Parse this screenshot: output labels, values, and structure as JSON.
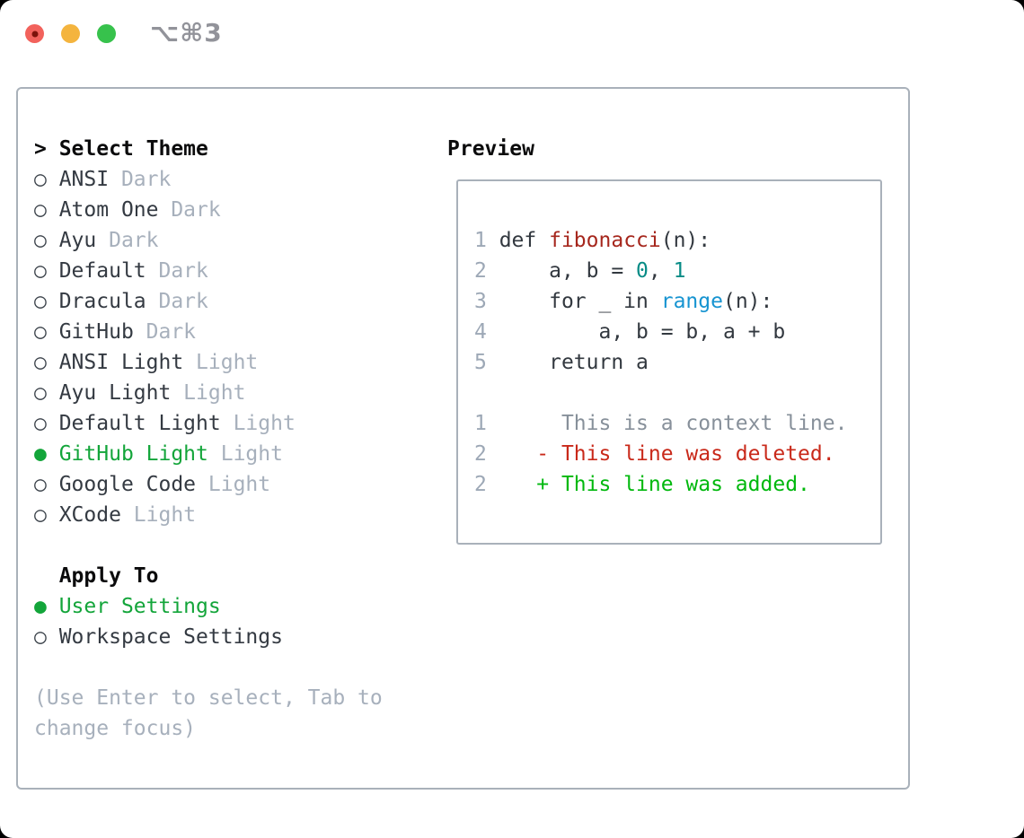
{
  "window": {
    "title": "⌥⌘3",
    "controls": [
      {
        "id": "close",
        "label": "close-button",
        "color": "#f2625c",
        "has_dot": true,
        "dot_color": "#7d130b"
      },
      {
        "id": "minimize",
        "label": "minimize-button",
        "color": "#f4b43e",
        "has_dot": false,
        "dot_color": ""
      },
      {
        "id": "zoom",
        "label": "zoom-button",
        "color": "#37c24c",
        "has_dot": false,
        "dot_color": ""
      }
    ]
  },
  "theme_panel": {
    "prompt": ">",
    "title": "Select Theme",
    "radio_unselected": "○",
    "radio_selected": "●",
    "themes": [
      {
        "name": "ANSI",
        "variant": "Dark",
        "selected": false
      },
      {
        "name": "Atom One",
        "variant": "Dark",
        "selected": false
      },
      {
        "name": "Ayu",
        "variant": "Dark",
        "selected": false
      },
      {
        "name": "Default",
        "variant": "Dark",
        "selected": false
      },
      {
        "name": "Dracula",
        "variant": "Dark",
        "selected": false
      },
      {
        "name": "GitHub",
        "variant": "Dark",
        "selected": false
      },
      {
        "name": "ANSI Light",
        "variant": "Light",
        "selected": false
      },
      {
        "name": "Ayu Light",
        "variant": "Light",
        "selected": false
      },
      {
        "name": "Default Light",
        "variant": "Light",
        "selected": false
      },
      {
        "name": "GitHub Light",
        "variant": "Light",
        "selected": true
      },
      {
        "name": "Google Code",
        "variant": "Light",
        "selected": false
      },
      {
        "name": "XCode",
        "variant": "Light",
        "selected": false
      }
    ],
    "apply_to": {
      "title": "Apply To",
      "options": [
        {
          "name": "User Settings",
          "selected": true
        },
        {
          "name": "Workspace Settings",
          "selected": false
        }
      ]
    },
    "help_lines": [
      "(Use Enter to select, Tab to",
      "change focus)"
    ]
  },
  "preview": {
    "title": "Preview",
    "code_lines": [
      {
        "num": "1",
        "tokens": [
          {
            "t": " def ",
            "c": "plain"
          },
          {
            "t": "fibonacci",
            "c": "title"
          },
          {
            "t": "(n):",
            "c": "plain"
          }
        ]
      },
      {
        "num": "2",
        "tokens": [
          {
            "t": "     a, b = ",
            "c": "plain"
          },
          {
            "t": "0",
            "c": "number"
          },
          {
            "t": ", ",
            "c": "plain"
          },
          {
            "t": "1",
            "c": "number"
          }
        ]
      },
      {
        "num": "3",
        "tokens": [
          {
            "t": "     for _ in ",
            "c": "plain"
          },
          {
            "t": "range",
            "c": "builtin"
          },
          {
            "t": "(n):",
            "c": "plain"
          }
        ]
      },
      {
        "num": "4",
        "tokens": [
          {
            "t": "         a, b = b, a + b",
            "c": "plain"
          }
        ]
      },
      {
        "num": "5",
        "tokens": [
          {
            "t": "     return a",
            "c": "plain"
          }
        ]
      }
    ],
    "diff_lines": [
      {
        "num": "1",
        "sign": "",
        "text": "This is a context line.",
        "type": "context"
      },
      {
        "num": "2",
        "sign": "-",
        "text": "This line was deleted.",
        "type": "deleted"
      },
      {
        "num": "2",
        "sign": "+",
        "text": "This line was added.",
        "type": "added"
      }
    ]
  },
  "colors": {
    "ui": {
      "backdrop": "#000000",
      "window_bg": "#ffffff",
      "border": "#a9b1ba",
      "header": "#0b0b0c",
      "theme_name": "#343a42",
      "bullet": "#3d444c",
      "variant": "#a7b0bc",
      "selected": "#13a53a",
      "help": "#a7b0bc",
      "titlebar_text": "#92939a"
    },
    "code": {
      "lineno": "#9da8b6",
      "plain": "#32383f",
      "title": "#a6271d",
      "number": "#088c86",
      "builtin": "#1794d1"
    },
    "diff": {
      "context": "#87909a",
      "deleted": "#c9291a",
      "added": "#00b80d"
    }
  }
}
